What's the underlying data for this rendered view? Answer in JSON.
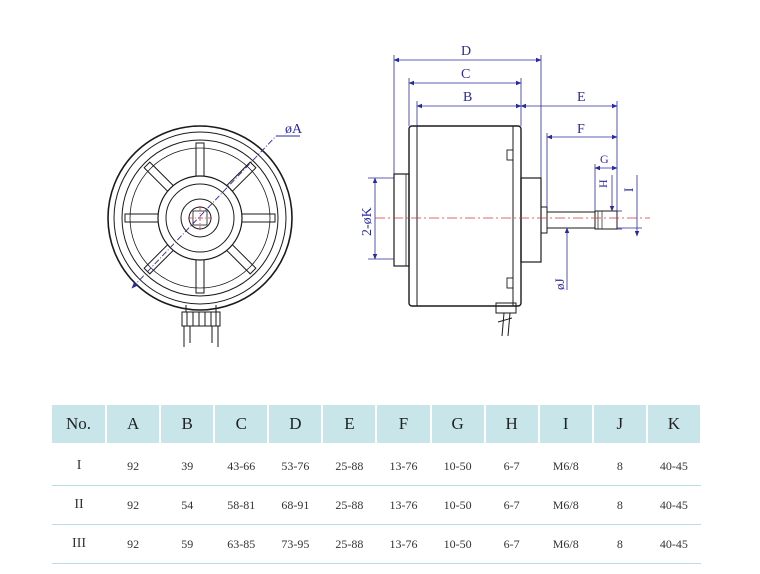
{
  "drawing": {
    "labels": {
      "dia_a": "øA",
      "d": "D",
      "c": "C",
      "b": "B",
      "e": "E",
      "f": "F",
      "g": "G",
      "h": "H",
      "i": "I",
      "two_dia_k": "2-øK",
      "dia_j": "øJ"
    },
    "colors": {
      "line": "#1a1a1a",
      "dimension": "#2a2aa0",
      "centerline": "#d23a3a"
    }
  },
  "table": {
    "headers": [
      "No.",
      "A",
      "B",
      "C",
      "D",
      "E",
      "F",
      "G",
      "H",
      "I",
      "J",
      "K"
    ],
    "rows": [
      [
        "I",
        "92",
        "39",
        "43-66",
        "53-76",
        "25-88",
        "13-76",
        "10-50",
        "6-7",
        "M6/8",
        "8",
        "40-45"
      ],
      [
        "II",
        "92",
        "54",
        "58-81",
        "68-91",
        "25-88",
        "13-76",
        "10-50",
        "6-7",
        "M6/8",
        "8",
        "40-45"
      ],
      [
        "III",
        "92",
        "59",
        "63-85",
        "73-95",
        "25-88",
        "13-76",
        "10-50",
        "6-7",
        "M6/8",
        "8",
        "40-45"
      ]
    ],
    "colors": {
      "header_bg": "#c8e6ea",
      "row_border": "#b9dde3"
    }
  }
}
